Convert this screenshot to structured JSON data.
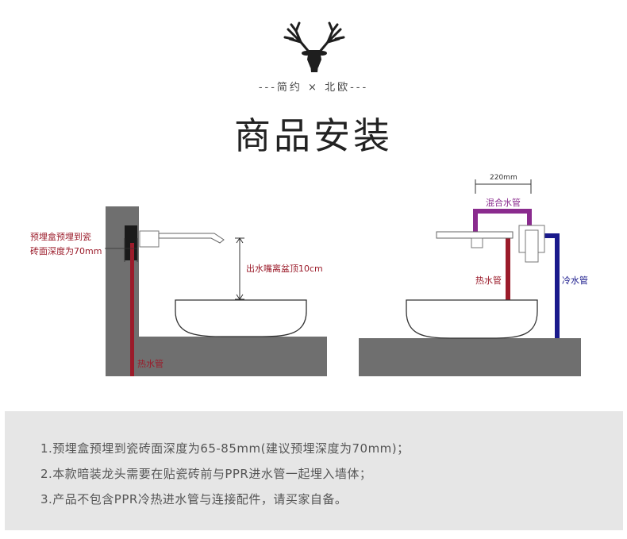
{
  "header": {
    "tagline": "---简约  ×  北欧---",
    "title": "商品安装"
  },
  "diagram_left": {
    "box_label_line1": "预埋盒预埋到瓷",
    "box_label_line2": "砖面深度为70mm",
    "spout_label": "出水嘴离盆顶10cm",
    "hot_pipe_label": "热水管"
  },
  "diagram_right": {
    "width_label": "220mm",
    "mixed_pipe_label": "混合水管",
    "hot_pipe_label": "热水管",
    "cold_pipe_label": "冷水管"
  },
  "notes": {
    "items": [
      "1.预埋盒预埋到瓷砖面深度为65-85mm(建议预埋深度为70mm)；",
      "2.本款暗装龙头需要在贴瓷砖前与PPR进水管一起埋入墙体；",
      "3.产品不包含PPR冷热进水管与连接配件，请买家自备。"
    ]
  },
  "colors": {
    "wall": "#6f6f6f",
    "hot_pipe": "#9b1b2a",
    "cold_pipe": "#1a1a8c",
    "mixed_pipe": "#8a2b8e",
    "notes_bg": "#e6e6e6"
  },
  "icons": [
    "deer-head-logo"
  ]
}
